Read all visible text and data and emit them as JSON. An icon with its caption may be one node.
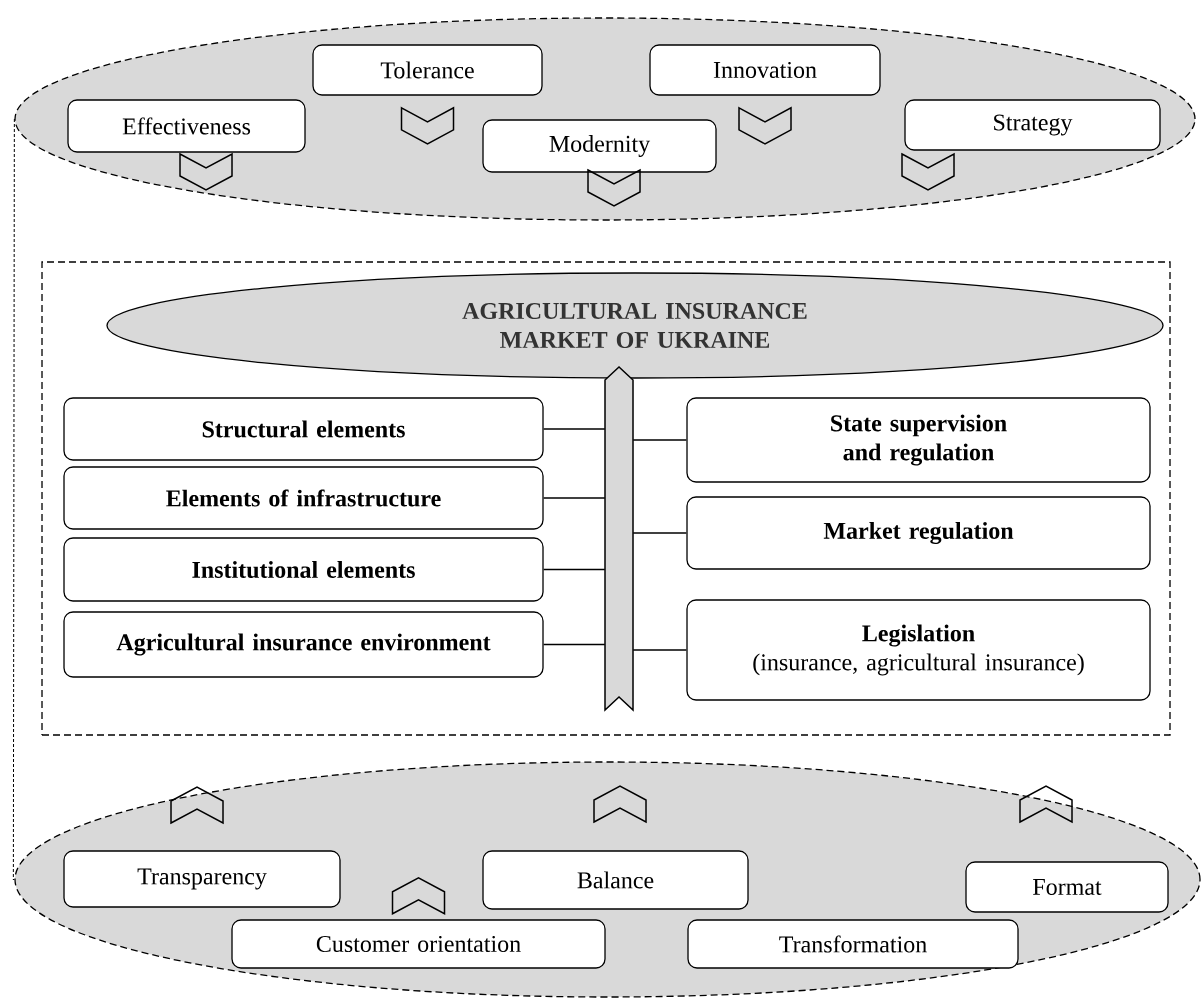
{
  "diagram": {
    "nodes": [
      {
        "text": [],
        "shape": "ellipse"
      },
      {
        "text": [
          "Effectiveness"
        ],
        "in": 0
      },
      {
        "text": [
          "Tolerance"
        ],
        "in": 0
      },
      {
        "text": [
          "Modernity"
        ],
        "in": 0
      },
      {
        "text": [
          "Innovation"
        ],
        "in": 0
      },
      {
        "text": [
          "Strategy"
        ],
        "in": 0
      },
      {
        "text": [],
        "shape": "box"
      },
      {
        "text": [
          "AGRICULTURAL INSURANCE MARKET OF UKRAINE"
        ],
        "in": 6
      },
      {
        "text": [],
        "shape": "bar",
        "in": 6
      },
      {
        "text": [
          "Structural elements"
        ],
        "in": 6
      },
      {
        "text": [
          "Elements of infrastructure"
        ],
        "in": 6
      },
      {
        "text": [
          "Institutional elements"
        ],
        "in": 6
      },
      {
        "text": [
          "Agricultural insurance environment"
        ],
        "in": 6
      },
      {
        "text": [
          "State supervision and regulation"
        ],
        "in": 6
      },
      {
        "text": [
          "Market regulation"
        ],
        "in": 6
      },
      {
        "text": [
          "Legislation",
          "(insurance, agricultural insurance)"
        ],
        "in": 6
      },
      {
        "text": [],
        "shape": "ellipse"
      },
      {
        "text": [
          "Transparency"
        ],
        "in": 16
      },
      {
        "text": [
          "Customer orientation"
        ],
        "in": 16
      },
      {
        "text": [
          "Balance"
        ],
        "in": 16
      },
      {
        "text": [
          "Transformation"
        ],
        "in": 16
      },
      {
        "text": [
          "Format"
        ],
        "in": 16
      }
    ],
    "edges": [
      {
        "from": 0,
        "to": 16,
        "arrow": "none",
        "style": "dashed"
      },
      {
        "from": 9,
        "to": 8,
        "arrow": "none"
      },
      {
        "from": 10,
        "to": 8,
        "arrow": "none"
      },
      {
        "from": 11,
        "to": 8,
        "arrow": "none"
      },
      {
        "from": 12,
        "to": 8,
        "arrow": "none"
      },
      {
        "from": 13,
        "to": 8,
        "arrow": "none"
      },
      {
        "from": 14,
        "to": 8,
        "arrow": "none"
      },
      {
        "from": 15,
        "to": 8,
        "arrow": "none"
      },
      {
        "from": 2,
        "to": 3,
        "arrow": "none"
      },
      {
        "from": 4,
        "to": 3,
        "arrow": "none"
      },
      {
        "from": 18,
        "to": 19,
        "arrow": "none"
      }
    ]
  }
}
